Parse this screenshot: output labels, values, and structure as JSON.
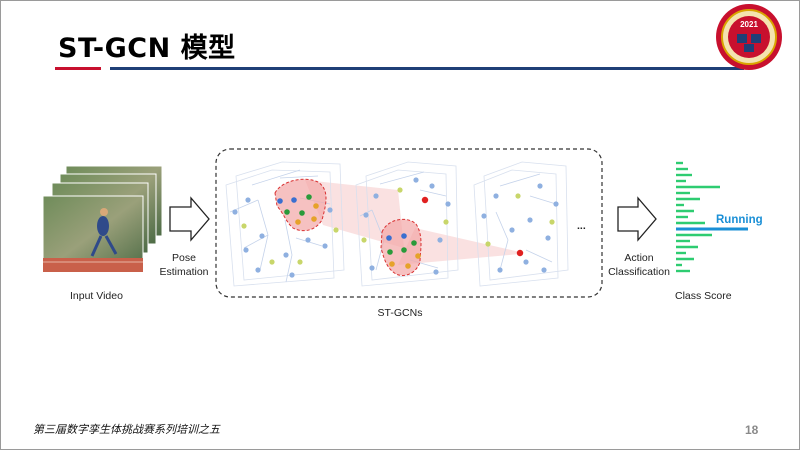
{
  "slide": {
    "title": "ST-GCN 模型",
    "footer": "第三届数字孪生体挑战赛系列培训之五",
    "page_number": "18",
    "emblem_year": "2021",
    "colors": {
      "title_rule_red": "#c8102e",
      "title_rule_blue": "#1f3f77"
    }
  },
  "diagram": {
    "input_label": "Input Video",
    "pose_label_1": "Pose",
    "pose_label_2": "Estimation",
    "stgcn_label": "ST-GCNs",
    "ellipsis": "...",
    "action_label_1": "Action",
    "action_label_2": "Classification",
    "class_score_label": "Class Score",
    "highlight_class": "Running",
    "colors": {
      "score_bars": "#2ecc71",
      "highlight": "#1a8fd6",
      "region": "#f2a6a6",
      "node": "#8fb0e0"
    }
  }
}
